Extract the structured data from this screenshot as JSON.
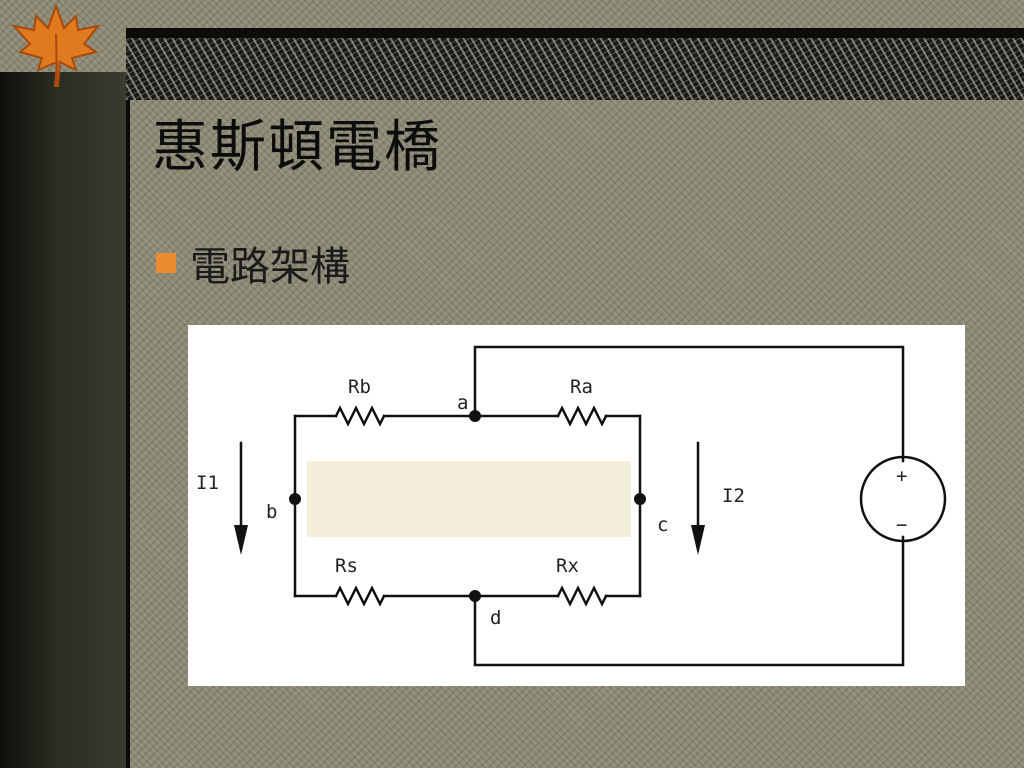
{
  "title": "惠斯頓電橋",
  "bullets": [
    {
      "text": "電路架構"
    }
  ],
  "diagram": {
    "resistors": {
      "rb": "Rb",
      "ra": "Ra",
      "rs": "Rs",
      "rx": "Rx"
    },
    "nodes": {
      "a": "a",
      "b": "b",
      "c": "c",
      "d": "d"
    },
    "currents": {
      "i1": "I1",
      "i2": "I2"
    },
    "source": {
      "plus": "+",
      "minus": "−"
    }
  },
  "colors": {
    "bullet": "#e98b2e",
    "overlay": "#f3efdb",
    "wire": "#111111"
  },
  "icons": [
    "maple-leaf-icon",
    "bullet-square-icon",
    "voltage-source-icon",
    "arrow-down-icon"
  ]
}
